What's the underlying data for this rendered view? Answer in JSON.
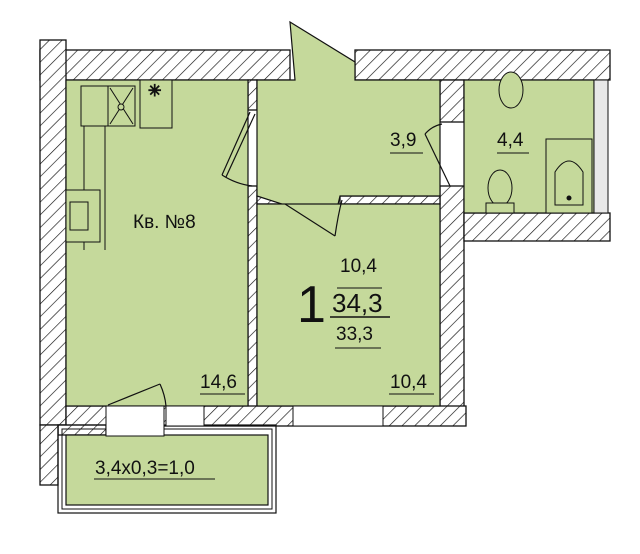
{
  "plan": {
    "apartment_label": "Кв. №8",
    "rooms_count": "1",
    "living_area": "10,4",
    "total_area": "34,3",
    "total_area_without_balcony": "33,3",
    "kitchen_area": "14,6",
    "hall_area": "3,9",
    "bathroom_area": "4,4",
    "bedroom_area": "10,4",
    "balcony_formula": "3,4x0,3=1,0"
  },
  "colors": {
    "floor": "#c5d99b",
    "wall": "#ffffff",
    "line": "#111111"
  }
}
